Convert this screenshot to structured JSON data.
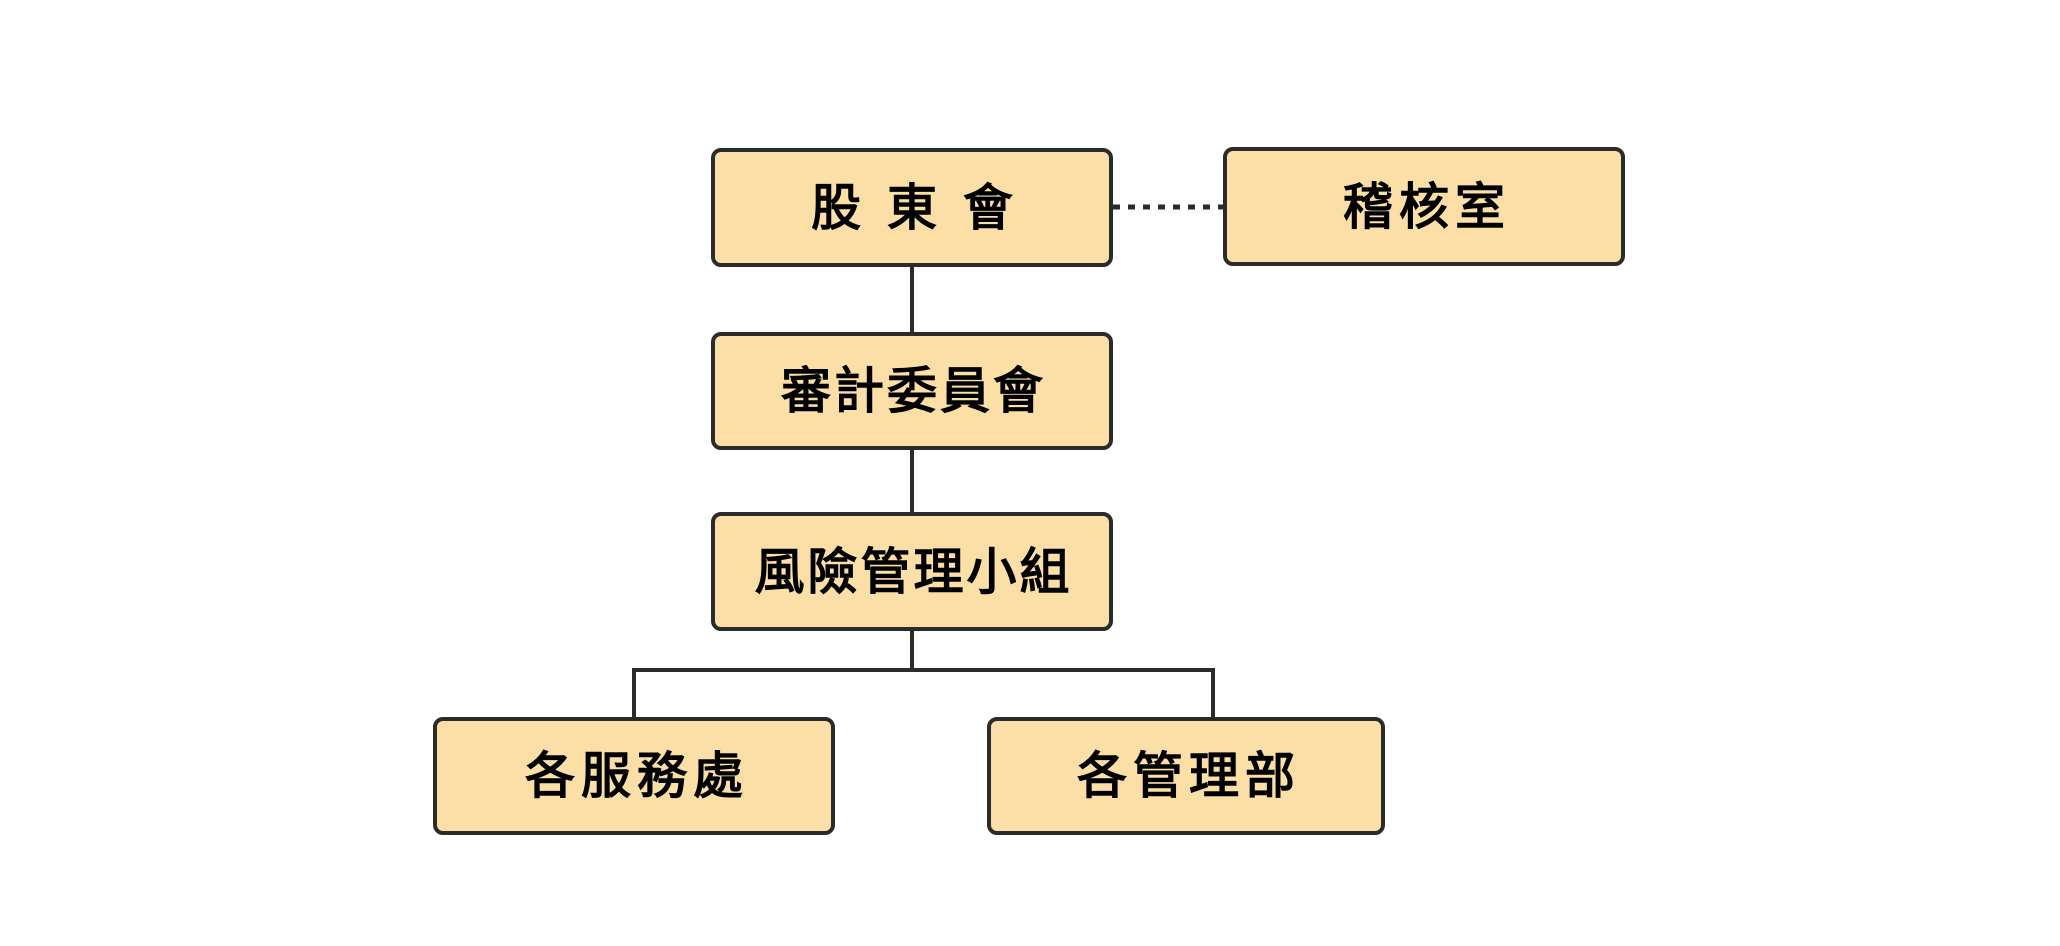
{
  "diagram": {
    "kind": "org-chart",
    "background_color": "#FFFFFF",
    "node_fill_color": "#FCDFA7",
    "node_border_color": "#2B2B2B",
    "connector_color": "#2B2B2B",
    "text_color": "#000000",
    "nodes": [
      {
        "id": "shareholders",
        "label": "股 東 會"
      },
      {
        "id": "audit-office",
        "label": "稽核室"
      },
      {
        "id": "audit-committee",
        "label": "審計委員會"
      },
      {
        "id": "risk-management-team",
        "label": "風險管理小組"
      },
      {
        "id": "service-offices",
        "label": "各服務處"
      },
      {
        "id": "management-departments",
        "label": "各管理部"
      }
    ],
    "edges": [
      {
        "from": "shareholders",
        "to": "audit-office",
        "style": "dotted"
      },
      {
        "from": "shareholders",
        "to": "audit-committee",
        "style": "solid"
      },
      {
        "from": "audit-committee",
        "to": "risk-management-team",
        "style": "solid"
      },
      {
        "from": "risk-management-team",
        "to": "service-offices",
        "style": "solid"
      },
      {
        "from": "risk-management-team",
        "to": "management-departments",
        "style": "solid"
      }
    ]
  }
}
